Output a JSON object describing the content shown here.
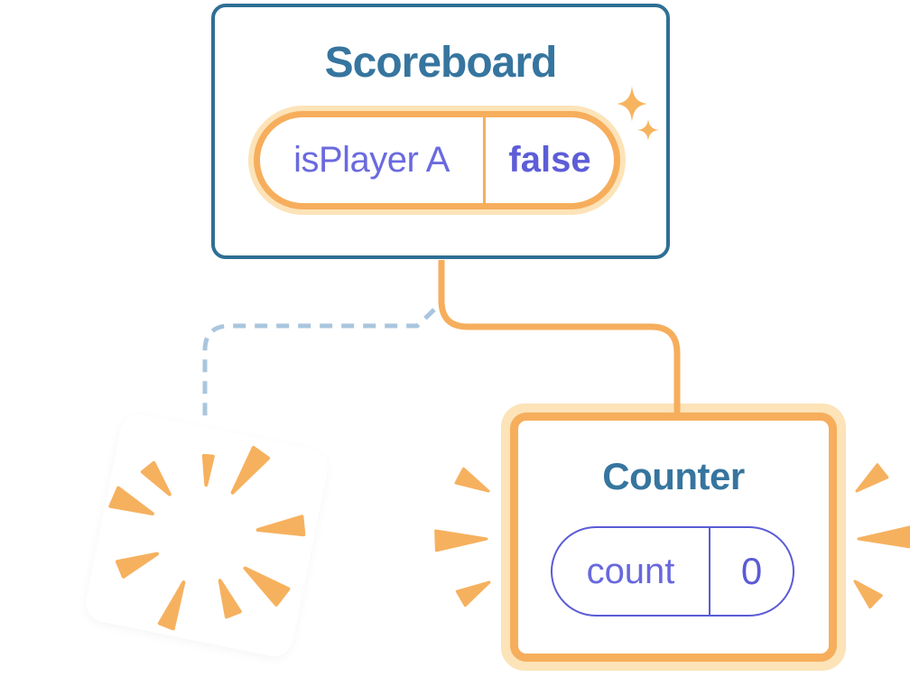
{
  "scoreboard": {
    "title": "Scoreboard",
    "state_pill": {
      "key": "isPlayer A",
      "value": "false"
    }
  },
  "counter": {
    "title": "Counter",
    "state_pill": {
      "key": "count",
      "value": "0"
    }
  },
  "icons": {
    "sparkle_big": "sparkle-icon",
    "sparkle_small": "sparkle-icon",
    "poof_burst": "poof-burst-icon",
    "emphasis_left": "emphasis-rays-left-icon",
    "emphasis_right": "emphasis-rays-right-icon"
  },
  "colors": {
    "accent_orange": "#F6AE5C",
    "accent_orange_light": "#FCE3B8",
    "card_border_blue": "#2E6F94",
    "title_teal": "#36759F",
    "state_key_purple": "#6A6ADF",
    "state_value_purple": "#5D5DD8",
    "counter_pill_purple": "#5B5BD6",
    "dashed_connector_blue": "#A9C6DE",
    "background": "#FFFFFF"
  }
}
